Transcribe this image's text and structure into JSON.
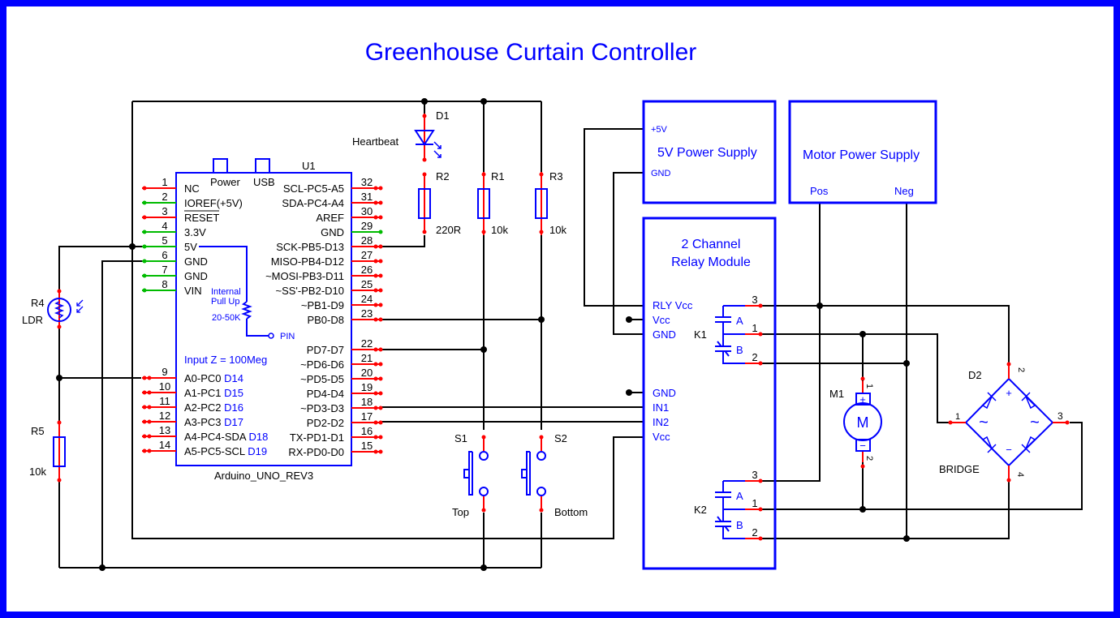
{
  "title": "Greenhouse Curtain Controller",
  "colors": {
    "border": "#0000ff",
    "component": "#0000ff",
    "wire": "#000000",
    "pin": "#ff0000",
    "power_pin": "#00bb00"
  },
  "arduino": {
    "ref": "U1",
    "name": "Arduino_UNO_REV3",
    "power_label": "Power",
    "usb_label": "USB",
    "pullup_label_1": "Internal",
    "pullup_label_2": "Pull Up",
    "pullup_value": "20-50K",
    "pin_label": "PIN",
    "input_z": "Input Z = 100Meg",
    "left_pins": [
      {
        "num": "1",
        "label": "NC",
        "extra": ""
      },
      {
        "num": "2",
        "label": "IOREF(+5V)",
        "extra": ""
      },
      {
        "num": "3",
        "label": "RESET",
        "extra": ""
      },
      {
        "num": "4",
        "label": "3.3V",
        "extra": ""
      },
      {
        "num": "5",
        "label": "5V",
        "extra": ""
      },
      {
        "num": "6",
        "label": "GND",
        "extra": ""
      },
      {
        "num": "7",
        "label": "GND",
        "extra": ""
      },
      {
        "num": "8",
        "label": "VIN",
        "extra": ""
      },
      {
        "num": "9",
        "label": "A0-PC0",
        "extra": "D14"
      },
      {
        "num": "10",
        "label": "A1-PC1",
        "extra": "D15"
      },
      {
        "num": "11",
        "label": "A2-PC2",
        "extra": "D16"
      },
      {
        "num": "12",
        "label": "A3-PC3",
        "extra": "D17"
      },
      {
        "num": "13",
        "label": "A4-PC4-SDA",
        "extra": "D18"
      },
      {
        "num": "14",
        "label": "A5-PC5-SCL",
        "extra": "D19"
      }
    ],
    "right_pins": [
      {
        "num": "32",
        "label": "SCL-PC5-A5"
      },
      {
        "num": "31",
        "label": "SDA-PC4-A4"
      },
      {
        "num": "30",
        "label": "AREF"
      },
      {
        "num": "29",
        "label": "GND"
      },
      {
        "num": "28",
        "label": "SCK-PB5-D13"
      },
      {
        "num": "27",
        "label": "MISO-PB4-D12"
      },
      {
        "num": "26",
        "label": "~MOSI-PB3-D11"
      },
      {
        "num": "25",
        "label": "~SS'-PB2-D10"
      },
      {
        "num": "24",
        "label": "~PB1-D9"
      },
      {
        "num": "23",
        "label": "PB0-D8"
      },
      {
        "num": "22",
        "label": "PD7-D7"
      },
      {
        "num": "21",
        "label": "~PD6-D6"
      },
      {
        "num": "20",
        "label": "~PD5-D5"
      },
      {
        "num": "19",
        "label": "PD4-D4"
      },
      {
        "num": "18",
        "label": "~PD3-D3"
      },
      {
        "num": "17",
        "label": "PD2-D2"
      },
      {
        "num": "16",
        "label": "TX-PD1-D1"
      },
      {
        "num": "15",
        "label": "RX-PD0-D0"
      }
    ]
  },
  "d1": {
    "ref": "D1",
    "name": "Heartbeat"
  },
  "r1": {
    "ref": "R1",
    "value": "10k"
  },
  "r2": {
    "ref": "R2",
    "value": "220R"
  },
  "r3": {
    "ref": "R3",
    "value": "10k"
  },
  "r4": {
    "ref": "R4",
    "value": "LDR"
  },
  "r5": {
    "ref": "R5",
    "value": "10k"
  },
  "s1": {
    "ref": "S1",
    "name": "Top"
  },
  "s2": {
    "ref": "S2",
    "name": "Bottom"
  },
  "psu5v": {
    "title": "5V Power Supply",
    "pin_pos": "+5V",
    "pin_gnd": "GND"
  },
  "psu_motor": {
    "title": "Motor Power Supply",
    "pin_pos": "Pos",
    "pin_neg": "Neg"
  },
  "relay": {
    "title_1": "2 Channel",
    "title_2": "Relay Module",
    "pins": [
      "RLY Vcc",
      "Vcc",
      "GND",
      "GND",
      "IN1",
      "IN2",
      "Vcc"
    ],
    "k1": "K1",
    "k2": "K2",
    "contact_a": "A",
    "contact_b": "B",
    "contact_pins": [
      "3",
      "1",
      "2"
    ]
  },
  "motor": {
    "ref": "M1",
    "symbol": "M",
    "plus": "+",
    "minus": "−",
    "pin1": "1",
    "pin2": "2"
  },
  "bridge": {
    "ref": "D2",
    "name": "BRIDGE",
    "pins": [
      "1",
      "2",
      "3",
      "4"
    ],
    "plus": "+",
    "minus": "−",
    "ac": "~"
  }
}
